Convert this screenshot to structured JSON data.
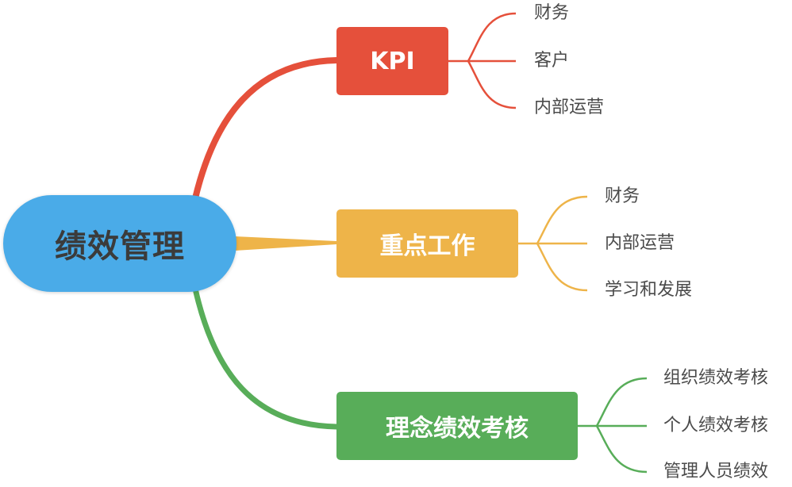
{
  "root": {
    "label": "绩效管理",
    "color": "#4aabe8"
  },
  "branches": [
    {
      "label": "KPI",
      "color": "#e5503b",
      "children": [
        "财务",
        "客户",
        "内部运营"
      ]
    },
    {
      "label": "重点工作",
      "color": "#eeb449",
      "children": [
        "财务",
        "内部运营",
        "学习和发展"
      ]
    },
    {
      "label": "理念绩效考核",
      "color": "#58ad59",
      "children": [
        "组织绩效考核",
        "个人绩效考核",
        "管理人员绩效"
      ]
    }
  ]
}
